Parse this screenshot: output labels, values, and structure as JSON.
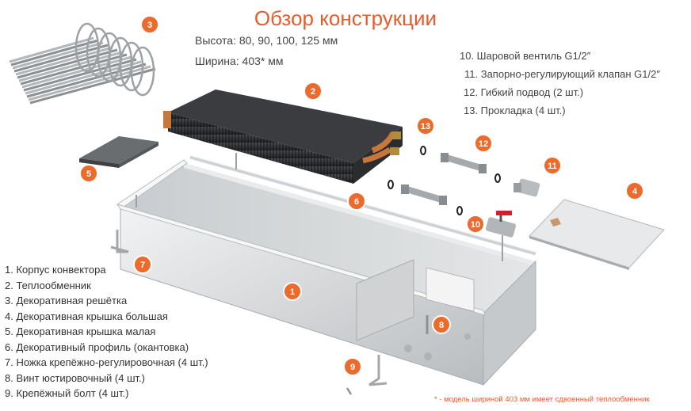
{
  "header": {
    "title": "Обзор конструкции",
    "height_spec": "Высота: 80, 90, 100, 125 мм",
    "width_spec": "Ширина: 403* мм"
  },
  "parts_left": [
    "1. Корпус конвектора",
    "2. Теплообменник",
    "3. Декоративная решётка",
    "4. Декоративная крышка большая",
    "5. Декоративная крышка малая",
    "6. Декоративный профиль (окантовка)",
    "7. Ножка крепёжно-регулировочная (4 шт.)",
    "8. Винт юстировочный (4 шт.)",
    "9. Крепёжный болт (4 шт.)"
  ],
  "parts_right": [
    "10. Шаровой вентиль G1/2″",
    "11. Запорно-регулирующий клапан G1/2″",
    "12. Гибкий подвод (2 шт.)",
    "13. Прокладка (4 шт.)"
  ],
  "badges": [
    "1",
    "2",
    "3",
    "4",
    "5",
    "6",
    "7",
    "8",
    "9",
    "10",
    "11",
    "12",
    "13"
  ],
  "footnote": "* - модель шириной 403 мм имеет сдвоенный теплообменник",
  "colors": {
    "accent": "#ea5b2c",
    "badge": "#ec6a2c",
    "metal": "#d4d6d8",
    "heat_exchanger": "#2f3133",
    "copper": "#c8773c"
  }
}
